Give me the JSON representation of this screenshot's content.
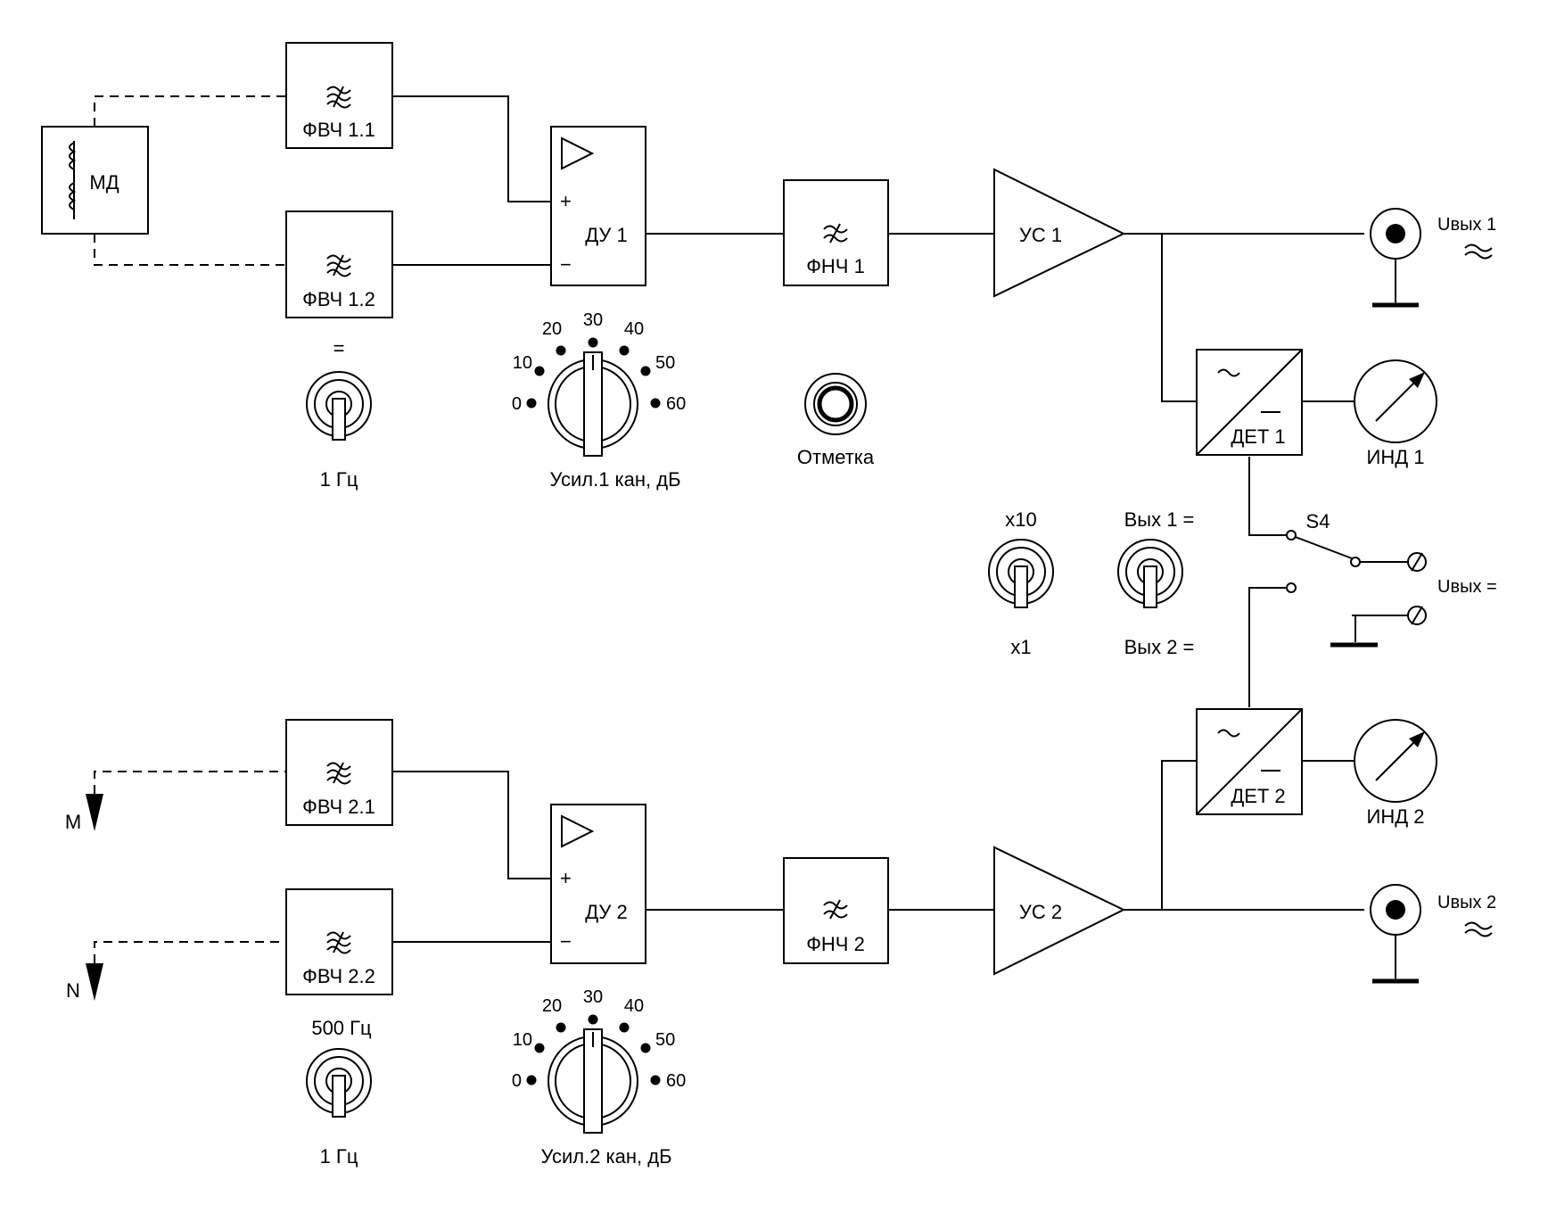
{
  "blocks": {
    "md": "МД",
    "hpf_1_1": "ФВЧ 1.1",
    "hpf_1_2": "ФВЧ 1.2",
    "hpf_2_1": "ФВЧ 2.1",
    "hpf_2_2": "ФВЧ 2.2",
    "diff_amp_1": "ДУ 1",
    "diff_amp_2": "ДУ 2",
    "lpf_1": "ФНЧ 1",
    "lpf_2": "ФНЧ 2",
    "amp_1": "УС 1",
    "amp_2": "УС 2",
    "det_1": "ДЕТ 1",
    "det_2": "ДЕТ 2",
    "ind_1": "ИНД 1",
    "ind_2": "ИНД 2"
  },
  "pins": {
    "plus": "+",
    "minus": "−"
  },
  "inputs": {
    "m": "M",
    "n": "N"
  },
  "outputs": {
    "out_1": "Uвых 1",
    "out_2": "Uвых 2",
    "out_dc": "Uвых ="
  },
  "controls": {
    "hpf1_switch": {
      "top": "=",
      "bottom": "1 Гц"
    },
    "hpf2_switch": {
      "top": "500 Гц",
      "bottom": "1 Гц"
    },
    "gain_1": {
      "label": "Усил.1 кан, дБ",
      "scale": [
        "0",
        "10",
        "20",
        "30",
        "40",
        "50",
        "60"
      ]
    },
    "gain_2": {
      "label": "Усил.2 кан, дБ",
      "scale": [
        "0",
        "10",
        "20",
        "30",
        "40",
        "50",
        "60"
      ]
    },
    "marker_button": "Отметка",
    "range_switch": {
      "top": "x10",
      "bottom": "x1"
    },
    "out_select_switch": {
      "top": "Вых 1 =",
      "bottom": "Вых 2 ="
    },
    "s4_label": "S4"
  }
}
